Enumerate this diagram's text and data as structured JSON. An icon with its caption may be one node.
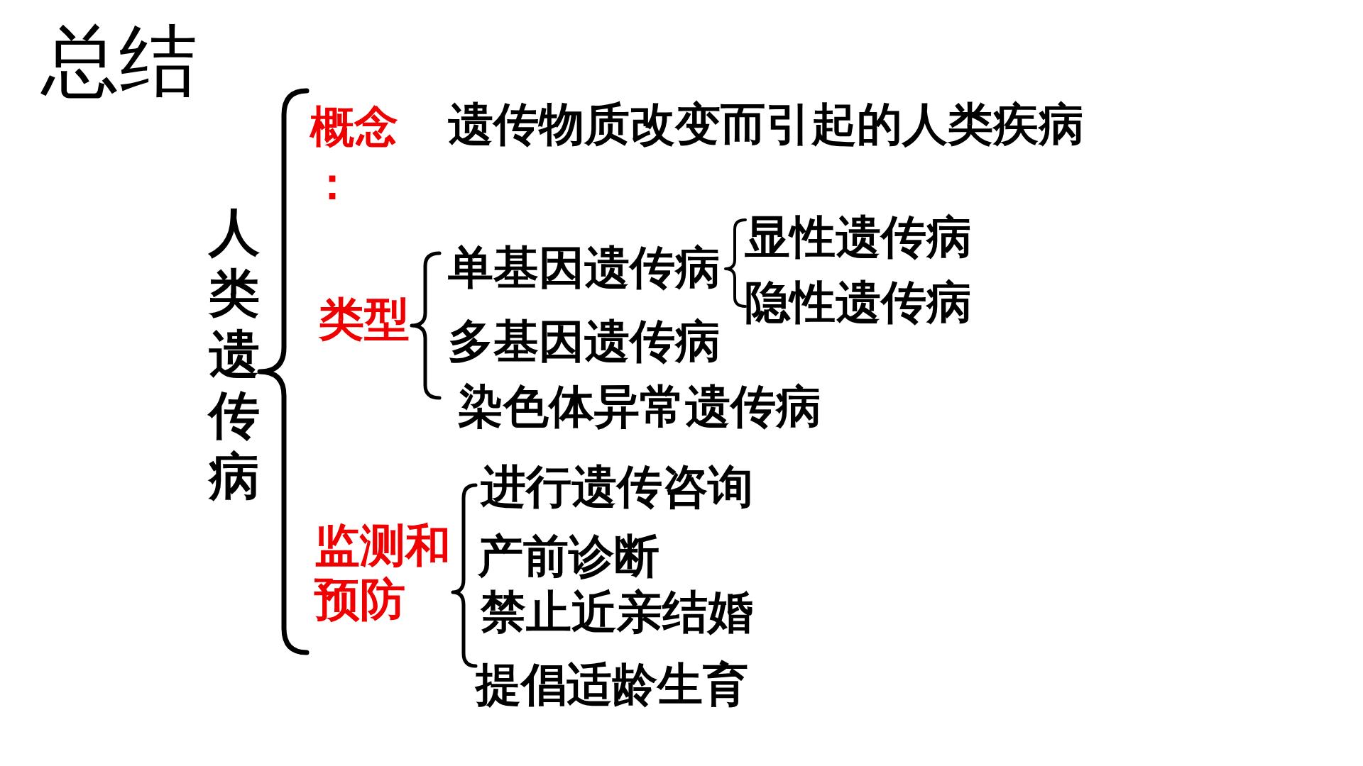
{
  "diagram": {
    "title": "总结",
    "labels": [
      "人类遗传病",
      "概念：",
      "遗传物质改变而引起的人类疾病",
      "类型",
      "单基因遗传病",
      "显性遗传病",
      "隐性遗传病",
      "多基因遗传病",
      "染色体异常遗传病",
      "监测和预防",
      "进行遗传咨询",
      "产前诊断",
      "禁止近亲结婚",
      "提倡适龄生育"
    ]
  }
}
